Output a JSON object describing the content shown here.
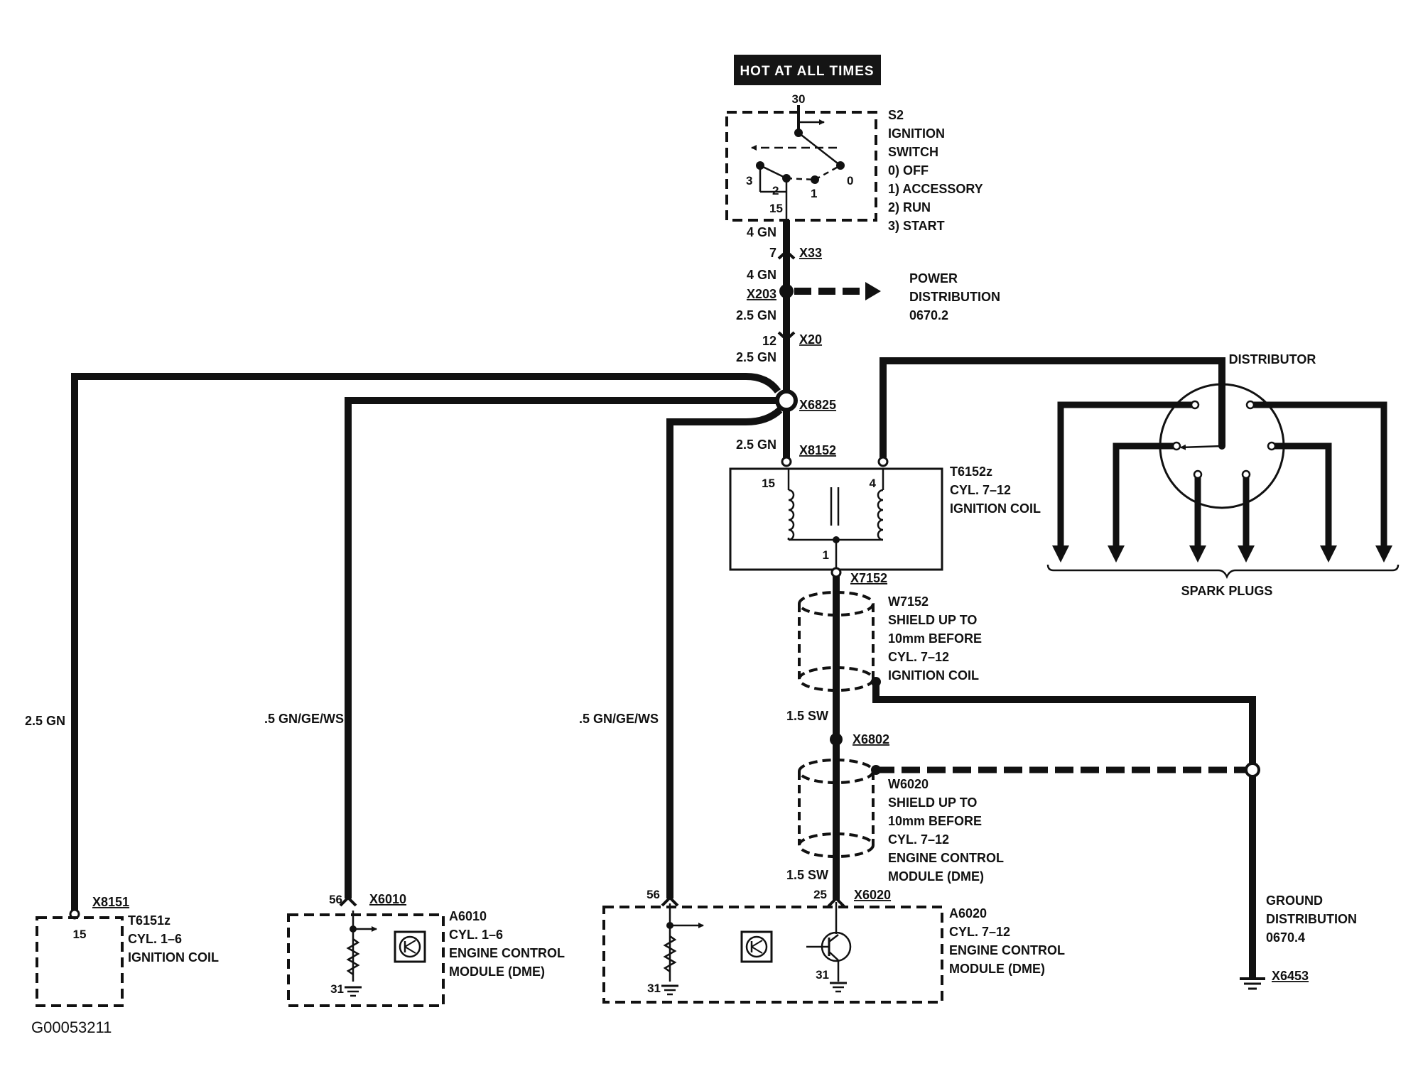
{
  "banner": "HOT AT ALL TIMES",
  "figure_id": "G00053211",
  "ignition_switch": {
    "pin_in": "30",
    "pin_out": "15",
    "pos3": "3",
    "pos2": "2",
    "pos1": "1",
    "pos0": "0",
    "lines": [
      "S2",
      "IGNITION",
      "SWITCH",
      "0)   OFF",
      "1)   ACCESSORY",
      "2)   RUN",
      "3)   START"
    ]
  },
  "main_wire": {
    "w_4gn_a": "4 GN",
    "x33_pin": "7",
    "x33": "X33",
    "w_4gn_b": "4 GN",
    "x203": "X203",
    "w_25gn_a": "2.5 GN",
    "x20_pin": "12",
    "x20": "X20",
    "w_25gn_b": "2.5 GN",
    "x6825": "X6825",
    "w_25gn_c": "2.5 GN",
    "x8152": "X8152"
  },
  "power_distribution": [
    "POWER",
    "DISTRIBUTION",
    "0670.2"
  ],
  "coil_712": {
    "pin15": "15",
    "pin4": "4",
    "pin1": "1",
    "lines": [
      "T6152z",
      "CYL. 7–12",
      "IGNITION COIL"
    ]
  },
  "distributor": {
    "title": "DISTRIBUTOR",
    "spark_plugs": "SPARK PLUGS"
  },
  "x7152": "X7152",
  "shield_w7152": [
    "W7152",
    "SHIELD UP TO",
    "10mm BEFORE",
    "CYL. 7–12",
    "IGNITION COIL"
  ],
  "w_15sw_a": "1.5 SW",
  "x6802": "X6802",
  "shield_w6020": [
    "W6020",
    "SHIELD UP TO",
    "10mm BEFORE",
    "CYL. 7–12",
    "ENGINE CONTROL",
    "MODULE (DME)"
  ],
  "w_15sw_b": "1.5 SW",
  "ground_distribution": [
    "GROUND",
    "DISTRIBUTION",
    "0670.4"
  ],
  "x6453": "X6453",
  "left_wires": {
    "w1": "2.5 GN",
    "w2": ".5 GN/GE/WS",
    "w3": ".5 GN/GE/WS"
  },
  "coil_16": {
    "conn": "X8151",
    "pin": "15",
    "lines": [
      "T6151z",
      "CYL. 1–6",
      "IGNITION COIL"
    ]
  },
  "module_a6010": {
    "pin56": "56",
    "conn": "X6010",
    "pin31": "31",
    "lines": [
      "A6010",
      "CYL. 1–6",
      "ENGINE CONTROL",
      "MODULE (DME)"
    ]
  },
  "module_a6020": {
    "pin56": "56",
    "pin25": "25",
    "conn": "X6020",
    "pin31": "31",
    "lines": [
      "A6020",
      "CYL. 7–12",
      "ENGINE CONTROL",
      "MODULE (DME)"
    ]
  }
}
